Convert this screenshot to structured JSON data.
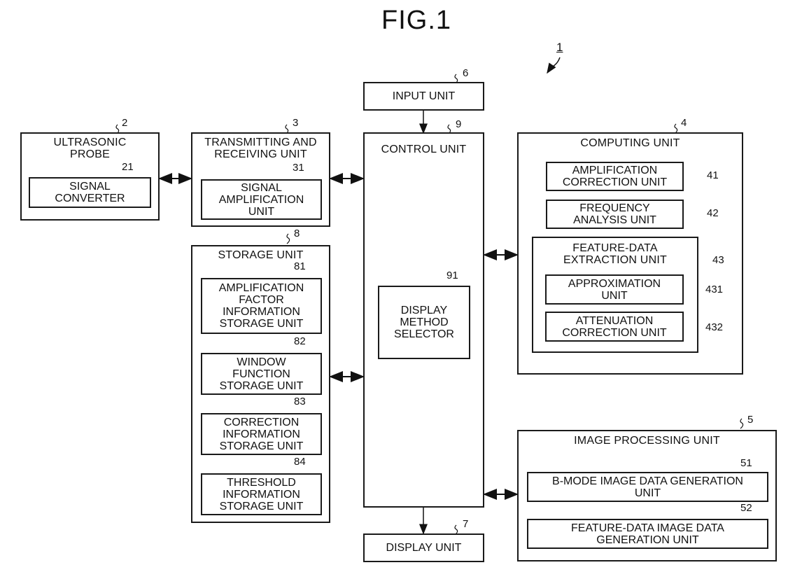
{
  "figure_title": "FIG.1",
  "system_ref": "1",
  "blocks": {
    "input_unit": {
      "label": "INPUT UNIT",
      "ref": "6"
    },
    "control_unit": {
      "label": "CONTROL UNIT",
      "ref": "9"
    },
    "display_method_selector": {
      "label": "DISPLAY\nMETHOD\nSELECTOR",
      "ref": "91"
    },
    "display_unit": {
      "label": "DISPLAY UNIT",
      "ref": "7"
    },
    "ultrasonic_probe": {
      "label": "ULTRASONIC\nPROBE",
      "ref": "2"
    },
    "signal_converter": {
      "label": "SIGNAL\nCONVERTER",
      "ref": "21"
    },
    "transmitting_receiving_unit": {
      "label": "TRANSMITTING AND\nRECEIVING UNIT",
      "ref": "3"
    },
    "signal_amplification_unit": {
      "label": "SIGNAL\nAMPLIFICATION\nUNIT",
      "ref": "31"
    },
    "storage_unit": {
      "label": "STORAGE UNIT",
      "ref": "8"
    },
    "amplification_factor_storage": {
      "label": "AMPLIFICATION\nFACTOR\nINFORMATION\nSTORAGE UNIT",
      "ref": "81"
    },
    "window_function_storage": {
      "label": "WINDOW\nFUNCTION\nSTORAGE UNIT",
      "ref": "82"
    },
    "correction_information_storage": {
      "label": "CORRECTION\nINFORMATION\nSTORAGE UNIT",
      "ref": "83"
    },
    "threshold_information_storage": {
      "label": "THRESHOLD\nINFORMATION\nSTORAGE UNIT",
      "ref": "84"
    },
    "computing_unit": {
      "label": "COMPUTING UNIT",
      "ref": "4"
    },
    "amplification_correction_unit": {
      "label": "AMPLIFICATION\nCORRECTION UNIT",
      "ref": "41"
    },
    "frequency_analysis_unit": {
      "label": "FREQUENCY\nANALYSIS UNIT",
      "ref": "42"
    },
    "feature_data_extraction_unit": {
      "label": "FEATURE-DATA\nEXTRACTION UNIT",
      "ref": "43"
    },
    "approximation_unit": {
      "label": "APPROXIMATION\nUNIT",
      "ref": "431"
    },
    "attenuation_correction_unit": {
      "label": "ATTENUATION\nCORRECTION UNIT",
      "ref": "432"
    },
    "image_processing_unit": {
      "label": "IMAGE PROCESSING UNIT",
      "ref": "5"
    },
    "bmode_image_data_generation_unit": {
      "label": "B-MODE IMAGE DATA GENERATION\nUNIT",
      "ref": "51"
    },
    "feature_data_image_data_generation_unit": {
      "label": "FEATURE-DATA IMAGE DATA\nGENERATION UNIT",
      "ref": "52"
    }
  },
  "connections": [
    {
      "from": "input_unit",
      "to": "control_unit",
      "type": "one-way"
    },
    {
      "from": "control_unit",
      "to": "display_unit",
      "type": "one-way"
    },
    {
      "from": "ultrasonic_probe",
      "to": "transmitting_receiving_unit",
      "type": "bidirectional"
    },
    {
      "from": "transmitting_receiving_unit",
      "to": "control_unit",
      "type": "bidirectional"
    },
    {
      "from": "storage_unit",
      "to": "control_unit",
      "type": "bidirectional"
    },
    {
      "from": "computing_unit",
      "to": "control_unit",
      "type": "bidirectional"
    },
    {
      "from": "image_processing_unit",
      "to": "control_unit",
      "type": "bidirectional"
    }
  ]
}
